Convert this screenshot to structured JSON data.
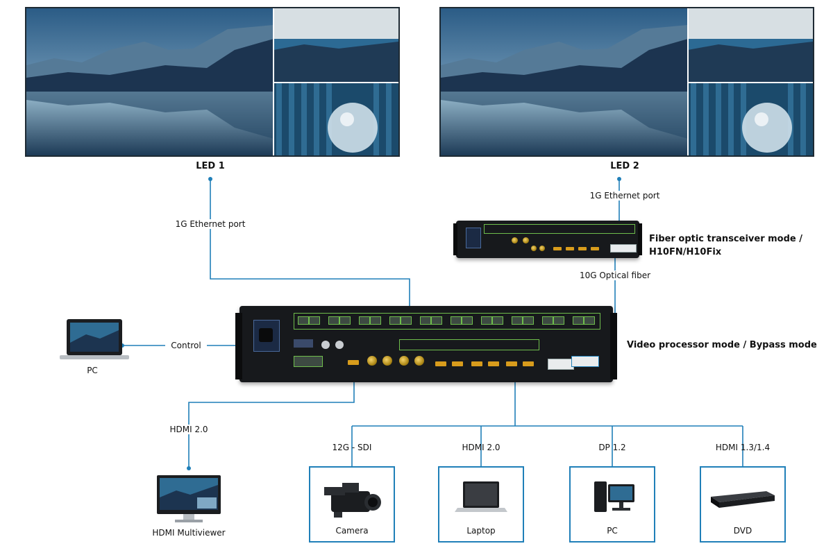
{
  "displays": {
    "led1": {
      "label": "LED 1",
      "connection": "1G Ethernet port"
    },
    "led2": {
      "label": "LED 2",
      "connection": "1G Ethernet port"
    }
  },
  "devices": {
    "transceiver": {
      "mode_line1": "Fiber optic transceiver mode /",
      "mode_line2": "H10FN/H10Fix",
      "link": "10G Optical fiber"
    },
    "processor": {
      "mode": "Video processor mode / Bypass mode"
    }
  },
  "control": {
    "pc_label": "PC",
    "link": "Control"
  },
  "multiviewer": {
    "link": "HDMI 2.0",
    "label": "HDMI Multiviewer"
  },
  "sources": [
    {
      "interface": "12G - SDI",
      "label": "Camera"
    },
    {
      "interface": "HDMI  2.0",
      "label": "Laptop"
    },
    {
      "interface": "DP  1.2",
      "label": "PC"
    },
    {
      "interface": "HDMI 1.3/1.4",
      "label": "DVD"
    }
  ],
  "colors": {
    "line": "#1f7fb8",
    "box_border": "#1f7fb8",
    "device_body": "#17191c",
    "port_highlight": "#6fbe4c"
  }
}
